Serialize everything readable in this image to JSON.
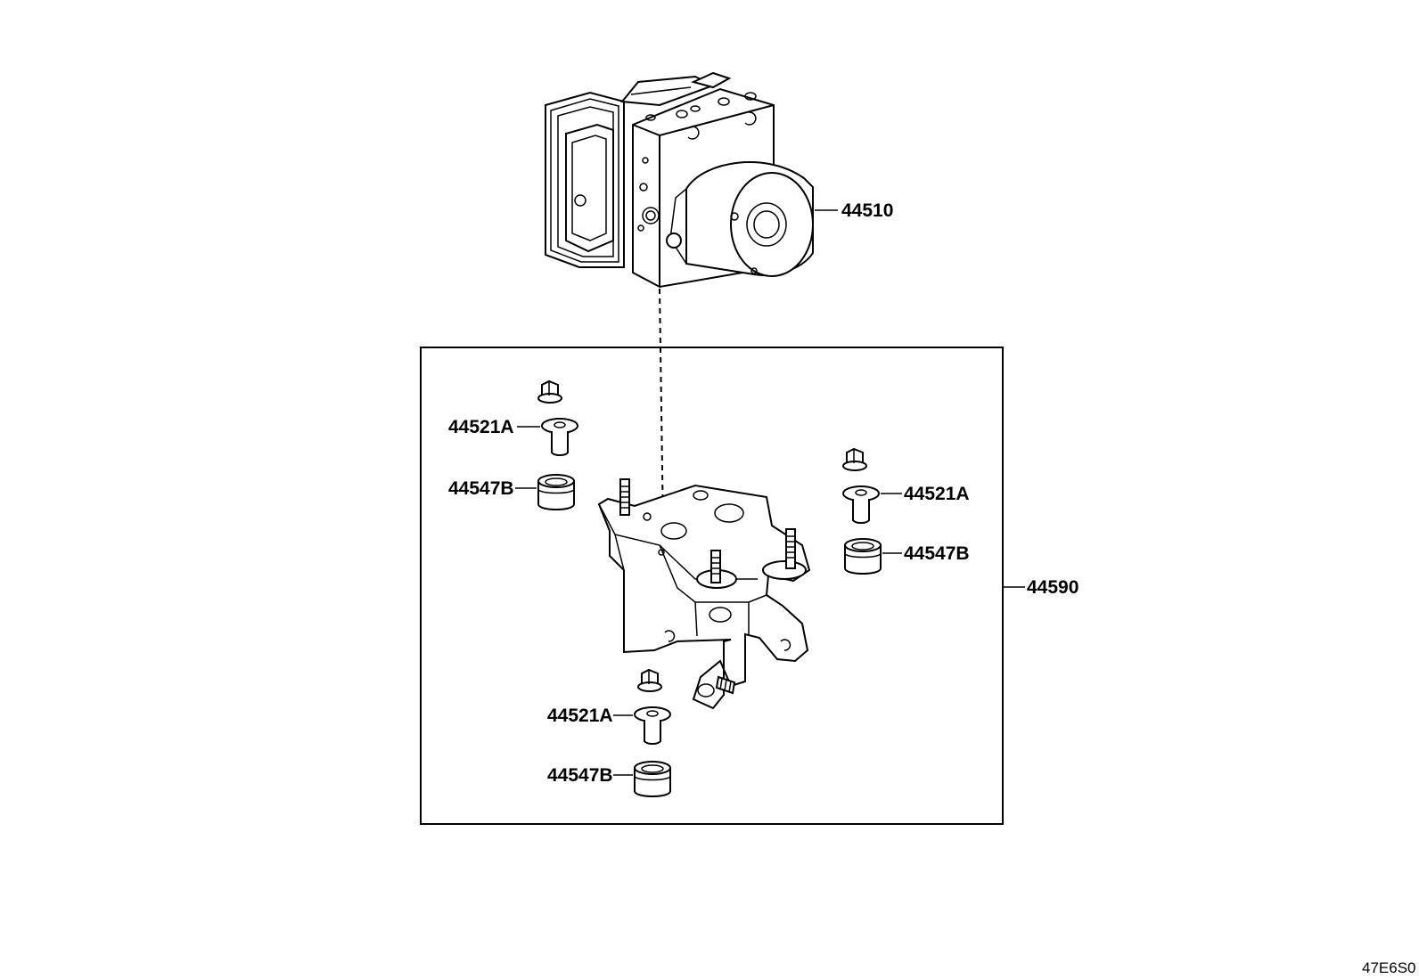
{
  "diagram": {
    "ref_code": "47E6S0",
    "labels": {
      "abs_actuator": "44510",
      "bracket_assy": "44590",
      "collar_left_top": "44521A",
      "cushion_left_top": "44547B",
      "collar_right": "44521A",
      "cushion_right": "44547B",
      "collar_bottom": "44521A",
      "cushion_bottom": "44547B"
    },
    "icons": {
      "abs_actuator": "abs-actuator-icon",
      "bracket": "bracket-icon",
      "nut": "flange-nut-icon",
      "collar": "collar-icon",
      "cushion": "cushion-icon"
    },
    "colors": {
      "line": "#000000",
      "background": "#ffffff"
    }
  }
}
